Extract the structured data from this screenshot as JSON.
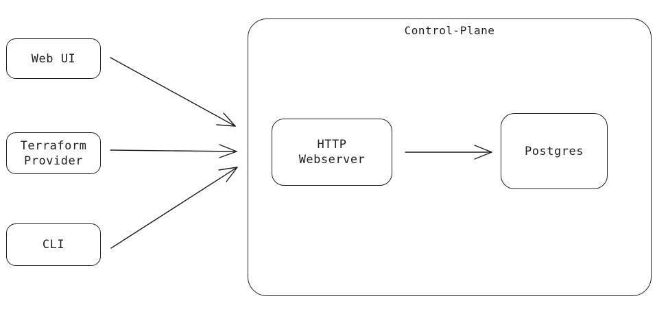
{
  "clients": {
    "web_ui": {
      "label": "Web UI"
    },
    "terraform": {
      "label": "Terraform\nProvider"
    },
    "cli": {
      "label": "CLI"
    }
  },
  "control_plane": {
    "title": "Control-Plane",
    "webserver": {
      "label": "HTTP\nWebserver"
    },
    "postgres": {
      "label": "Postgres"
    }
  },
  "colors": {
    "stroke": "#1e1e1e",
    "background": "#ffffff"
  }
}
